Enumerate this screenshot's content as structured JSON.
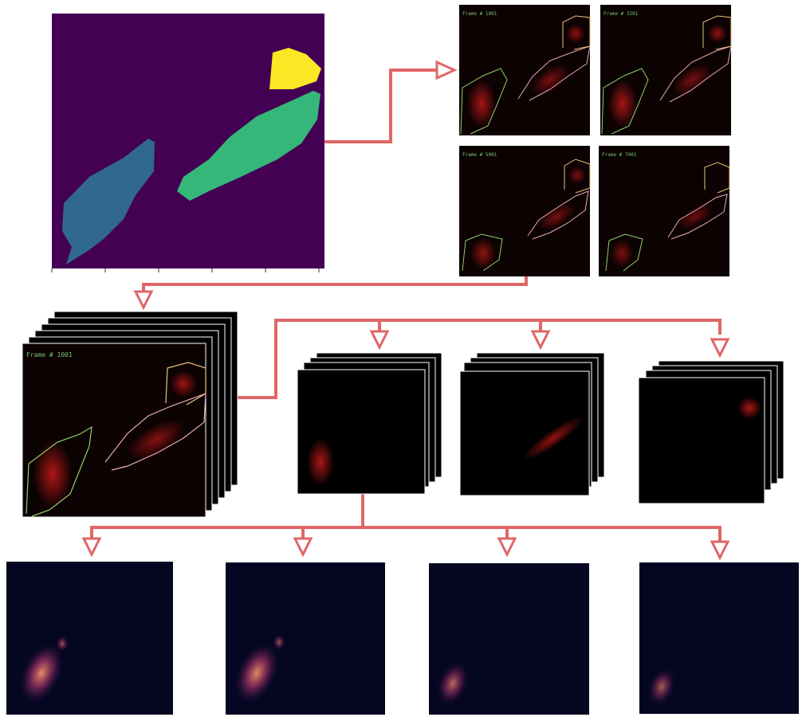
{
  "diagram": {
    "stages": [
      {
        "id": "segmentation_mask"
      },
      {
        "id": "annotated_frames"
      },
      {
        "id": "frame_stack"
      },
      {
        "id": "cell_crops"
      },
      {
        "id": "heatmaps"
      }
    ],
    "frame_labels": [
      "Frame # 1001",
      "Frame # 3201",
      "Frame # 5001",
      "Frame # 7001"
    ],
    "stack_label": "Frame # 1001",
    "colors": {
      "arrow": "#e06666",
      "mask_bg": "#440154",
      "mask_region_1": "#31688e",
      "mask_region_2": "#35b779",
      "mask_region_3": "#fde725",
      "frame_bg": "#0d0202",
      "outline_green": "#8fd16b",
      "outline_pink": "#e8a9b8",
      "outline_yellow": "#e8c27a",
      "heatmap_bg": "#050622",
      "label_text": "#74c474"
    },
    "icons": [
      "hollow-triangle-arrowhead"
    ]
  }
}
